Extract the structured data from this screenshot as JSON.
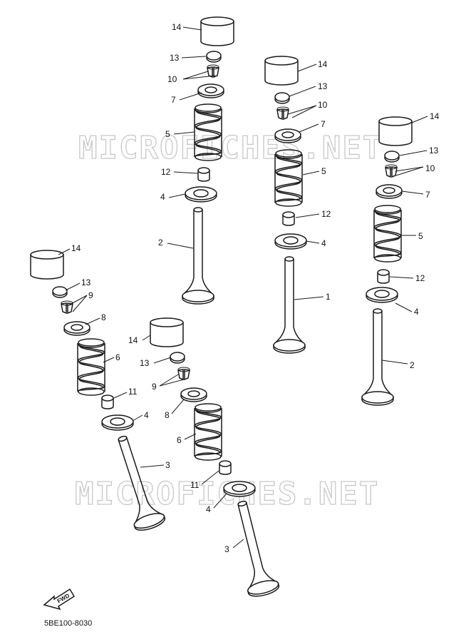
{
  "watermark": "MICROFICHES.NET",
  "diagram_code": "5BE100-8030",
  "forward_label": "FWD",
  "callouts": {
    "n1": "1",
    "n2": "2",
    "n3": "3",
    "n4": "4",
    "n5": "5",
    "n6": "6",
    "n7": "7",
    "n8": "8",
    "n9": "9",
    "n10": "10",
    "n11": "11",
    "n12": "12",
    "n13": "13",
    "n14": "14"
  }
}
